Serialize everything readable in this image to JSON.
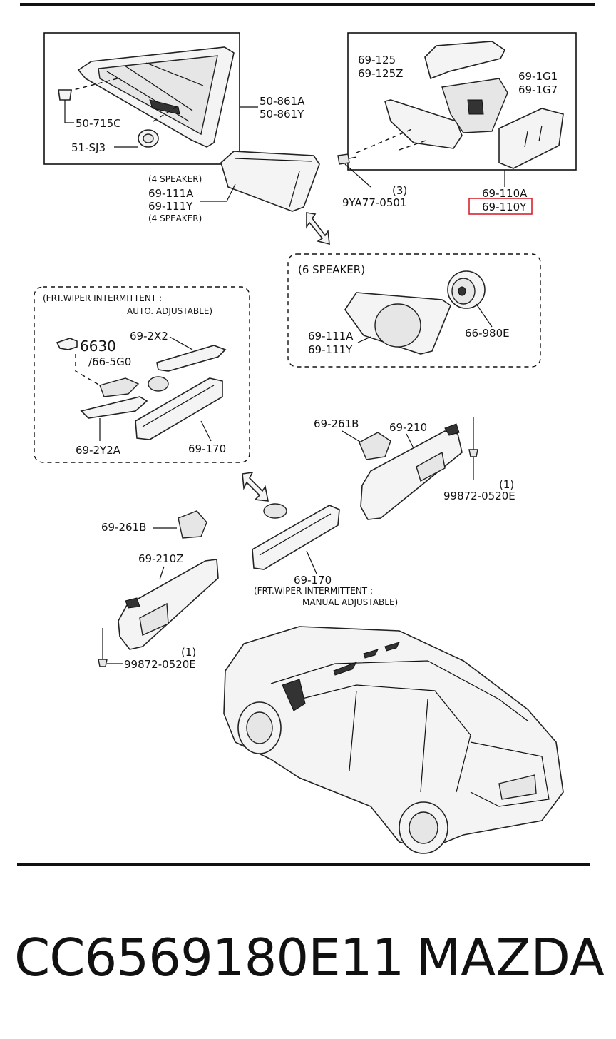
{
  "labels": {
    "p50_861": [
      "50-861A",
      "50-861Y"
    ],
    "p50_715c": "50-715C",
    "p51_sj3": "51-SJ3",
    "four_speaker_top": "(4 SPEAKER)",
    "p69_111_top": [
      "69-111A",
      "69-111Y"
    ],
    "four_speaker_bottom": "(4 SPEAKER)",
    "p69_125": [
      "69-125",
      "69-125Z"
    ],
    "p69_1g": [
      "69-1G1",
      "69-1G7"
    ],
    "bolt_qty": "(3)",
    "bolt_part": "9YA77-0501",
    "p69_110a": "69-110A",
    "p69_110y": "69-110Y",
    "six_speaker_title": "(6 SPEAKER)",
    "p69_111_six": [
      "69-111A",
      "69-111Y"
    ],
    "p66_980e": "66-980E",
    "auto_title": [
      "(FRT.WIPER INTERMITTENT :",
      "AUTO. ADJUSTABLE)"
    ],
    "p6630": "6630",
    "p66_5g0": "/66-5G0",
    "p69_2x2": "69-2X2",
    "p69_2y2a": "69-2Y2A",
    "p69_170_auto": "69-170",
    "p69_261b_right": "69-261B",
    "p69_210": "69-210",
    "screw_qty_right": "(1)",
    "screw_part_right": "99872-0520E",
    "p69_261b_left": "69-261B",
    "p69_170_manual": "69-170",
    "manual_title": [
      "(FRT.WIPER INTERMITTENT :",
      "MANUAL ADJUSTABLE)"
    ],
    "p69_210z": "69-210Z",
    "screw_qty_left": "(1)",
    "screw_part_left": "99872-0520E"
  },
  "footer": {
    "part_number": "CC6569180E11",
    "brand": "MAZDA"
  },
  "colors": {
    "line": "#111111",
    "highlight": "#d9232e",
    "fill": "#f4f4f4"
  }
}
